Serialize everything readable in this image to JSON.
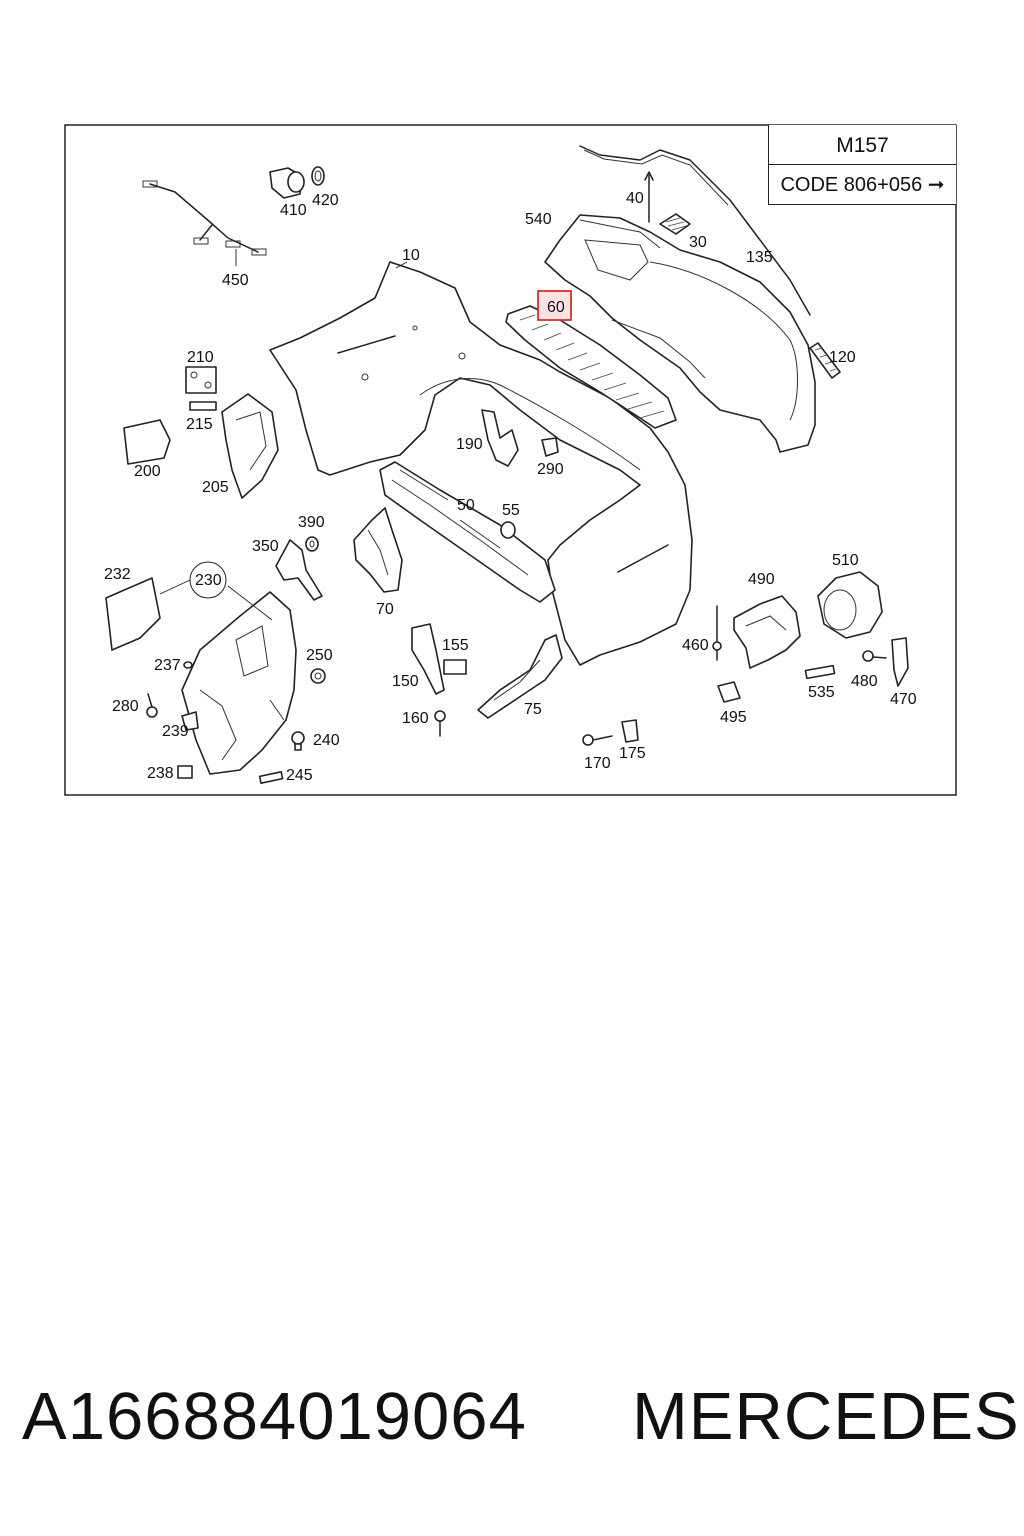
{
  "header": {
    "model_code": "M157",
    "option_code": "CODE 806+056",
    "option_arrow": "➞"
  },
  "highlighted_part": "60",
  "labels": {
    "p10": "10",
    "p30": "30",
    "p40": "40",
    "p50": "50",
    "p55": "55",
    "p60": "60",
    "p70": "70",
    "p75": "75",
    "p120": "120",
    "p135": "135",
    "p150": "150",
    "p155": "155",
    "p160": "160",
    "p170": "170",
    "p175": "175",
    "p190": "190",
    "p200": "200",
    "p205": "205",
    "p210": "210",
    "p215": "215",
    "p230": "230",
    "p232": "232",
    "p237": "237",
    "p238": "238",
    "p239": "239",
    "p240": "240",
    "p245": "245",
    "p250": "250",
    "p280": "280",
    "p290": "290",
    "p350": "350",
    "p390": "390",
    "p410": "410",
    "p420": "420",
    "p450": "450",
    "p460": "460",
    "p470": "470",
    "p480": "480",
    "p490": "490",
    "p495": "495",
    "p510": "510",
    "p535": "535",
    "p540": "540"
  },
  "footer": {
    "part_number": "A166884019064",
    "brand": "MERCEDES"
  },
  "colors": {
    "highlight_stroke": "#d23232",
    "highlight_fill": "#fbe3e3",
    "line": "#222222"
  }
}
